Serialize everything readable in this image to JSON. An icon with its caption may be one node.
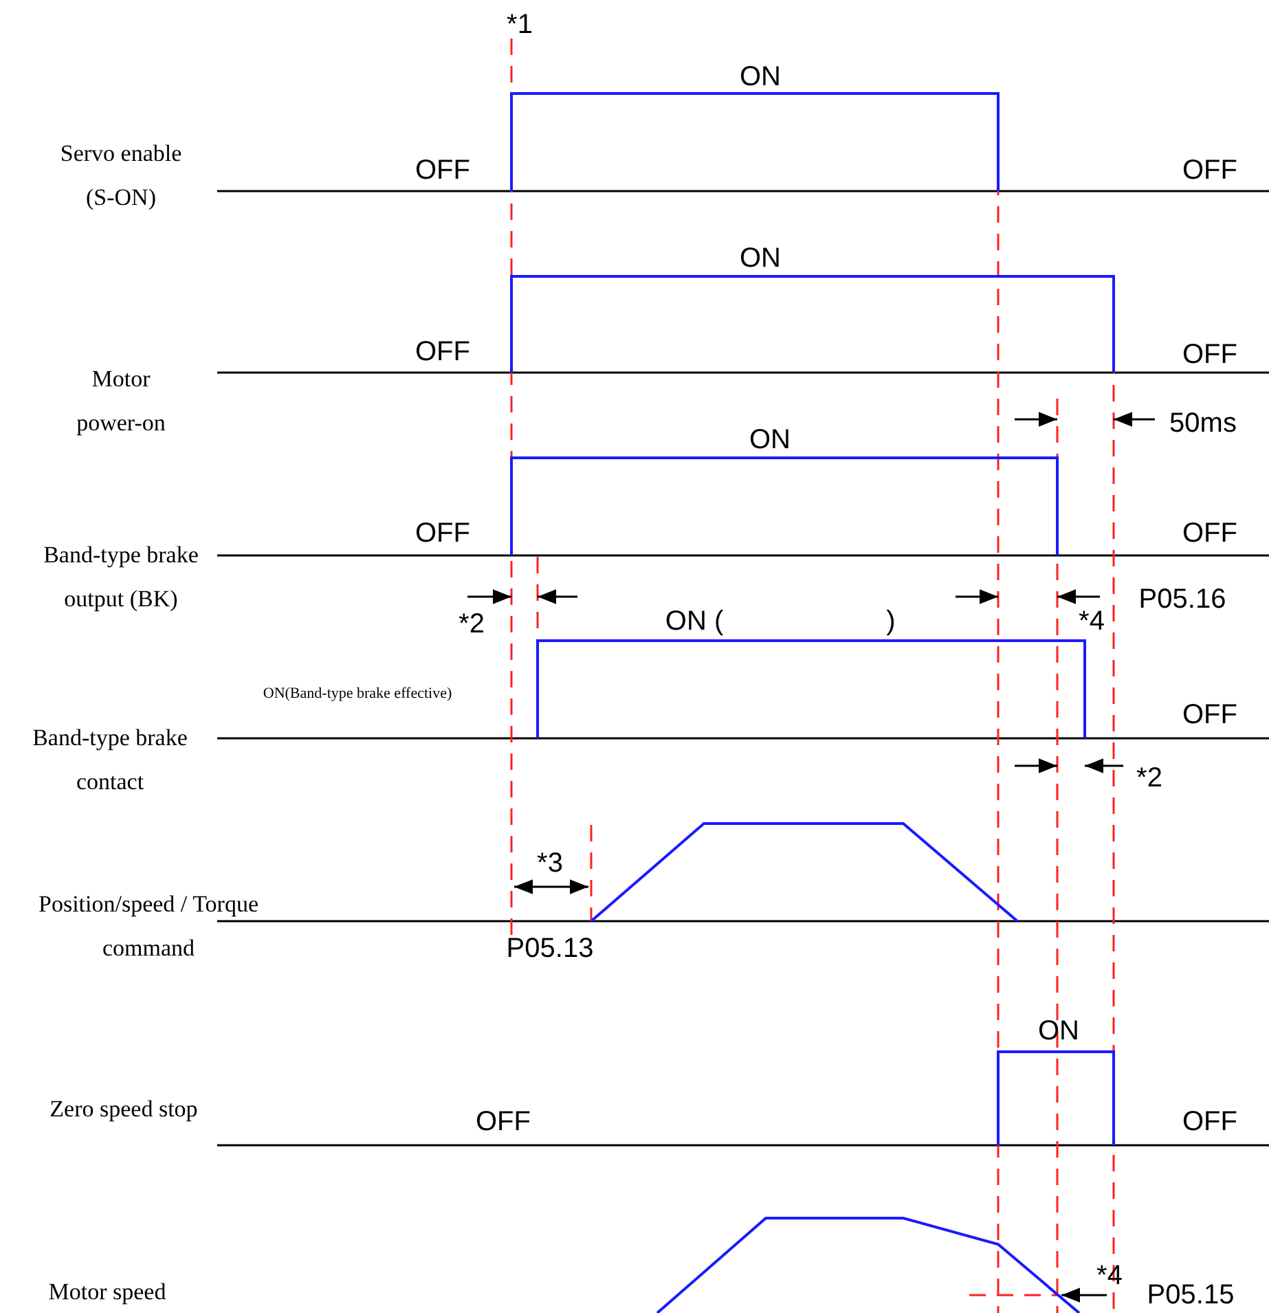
{
  "diagram": {
    "labels": [
      "*1",
      "ON",
      "Servo enable (S-ON)",
      "OFF",
      "OFF",
      "ON",
      "Motor power-on",
      "OFF",
      "OFF",
      "50ms",
      "ON",
      "Band-type brake output (BK)",
      "OFF",
      "OFF",
      "P05.16",
      "*2",
      "ON (",
      ")",
      "*4",
      "ON(Band-type brake effective)",
      "OFF",
      "Band-type brake contact",
      "*2",
      "*3",
      "Position/speed / Torque command",
      "P05.13",
      "ON",
      "Zero speed stop",
      "OFF",
      "OFF",
      "Motor speed",
      "*4",
      "P05.15"
    ]
  }
}
